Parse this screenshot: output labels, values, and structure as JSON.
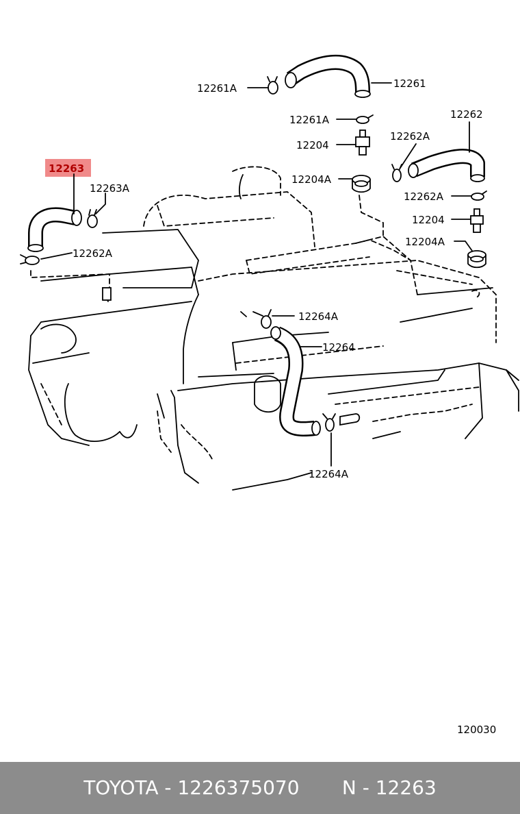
{
  "labels": {
    "p12261": "12261",
    "p12261A_left": "12261A",
    "p12261A_mid": "12261A",
    "p12204_top": "12204",
    "p12204A_top": "12204A",
    "p12262": "12262",
    "p12262A_top": "12262A",
    "p12262A_right": "12262A",
    "p12204_right": "12204",
    "p12204A_right": "12204A",
    "p12263": "12263",
    "p12263A": "12263A",
    "p12262A_left": "12262A",
    "p12264A_top": "12264A",
    "p12264": "12264",
    "p12264A_bottom": "12264A"
  },
  "highlighted_part": "12263",
  "highlight_color": "#f08a8a",
  "figure_number": "120030",
  "footer": {
    "text": "TOYOTA - 1226375070       N - 12263",
    "background": "#8c8c8c"
  }
}
